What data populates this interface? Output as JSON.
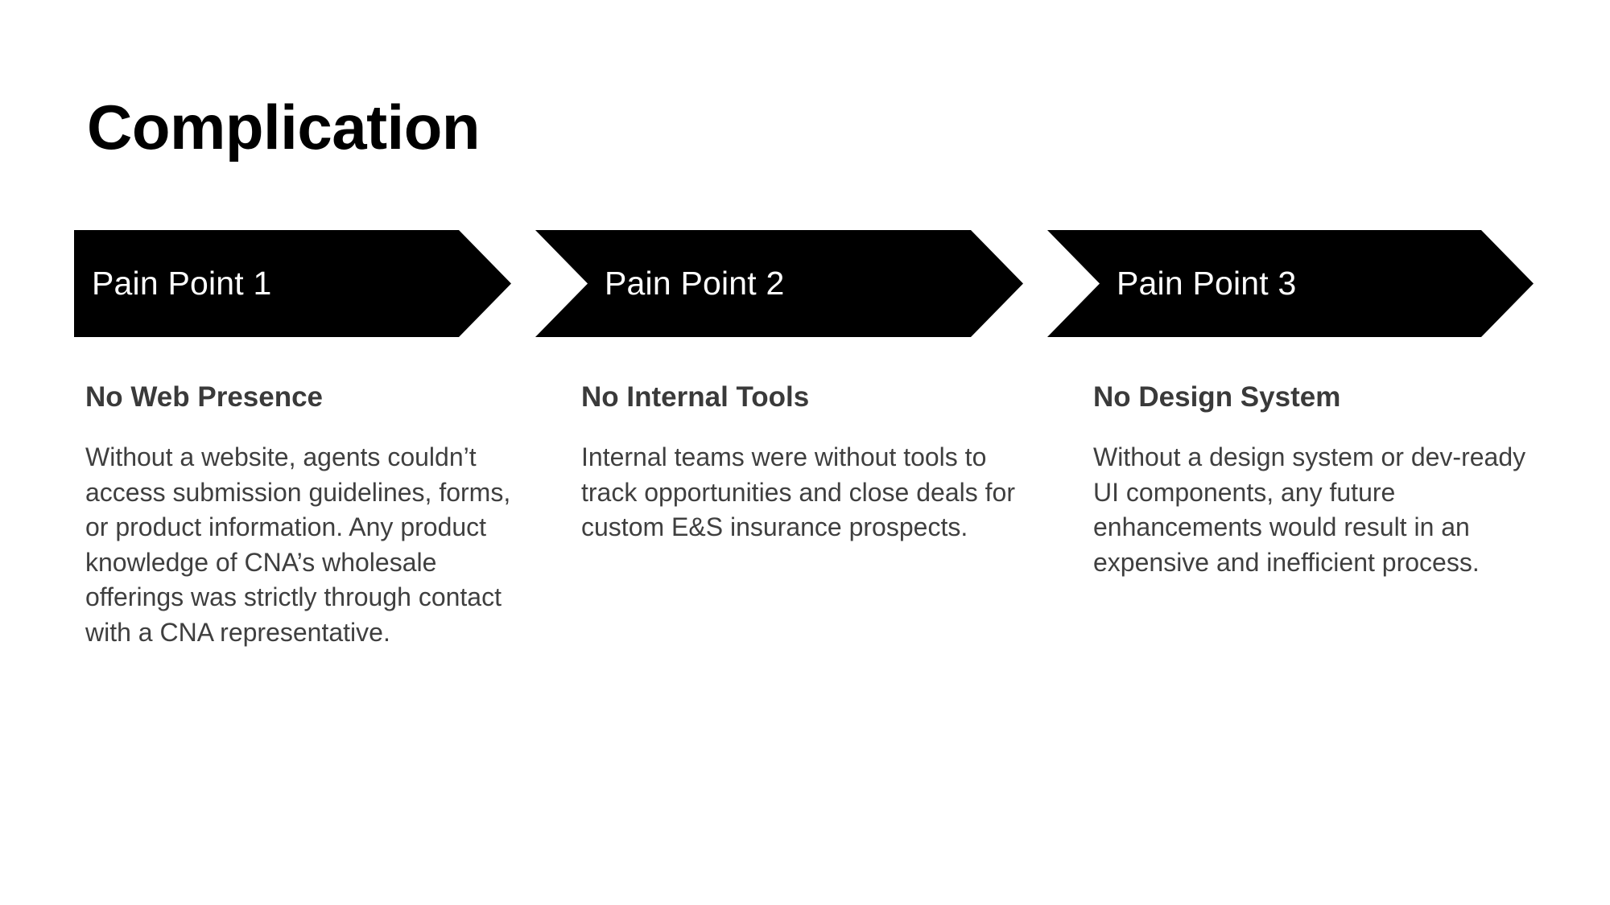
{
  "slide": {
    "title": "Complication",
    "background_color": "#ffffff",
    "accent_color": "#000000",
    "heading_color": "#3a3a3a",
    "body_color": "#3f3f3f",
    "banner_label_color": "#ffffff"
  },
  "banners": [
    {
      "label": "Pain Point 1",
      "shape": "chevron-start"
    },
    {
      "label": "Pain Point 2",
      "shape": "chevron-mid"
    },
    {
      "label": "Pain Point 3",
      "shape": "chevron-mid"
    }
  ],
  "columns": [
    {
      "heading": "No Web Presence",
      "body": "Without a website, agents couldn’t access submission guidelines, forms, or product information. Any product knowledge of CNA’s wholesale offerings was strictly through contact with a CNA representative."
    },
    {
      "heading": "No Internal Tools",
      "body": "Internal teams were without tools to track opportunities and close deals for custom E&S insurance prospects."
    },
    {
      "heading": "No Design System",
      "body": "Without a design system or dev-ready UI components, any future enhancements would result in an expensive and inefficient process."
    }
  ]
}
